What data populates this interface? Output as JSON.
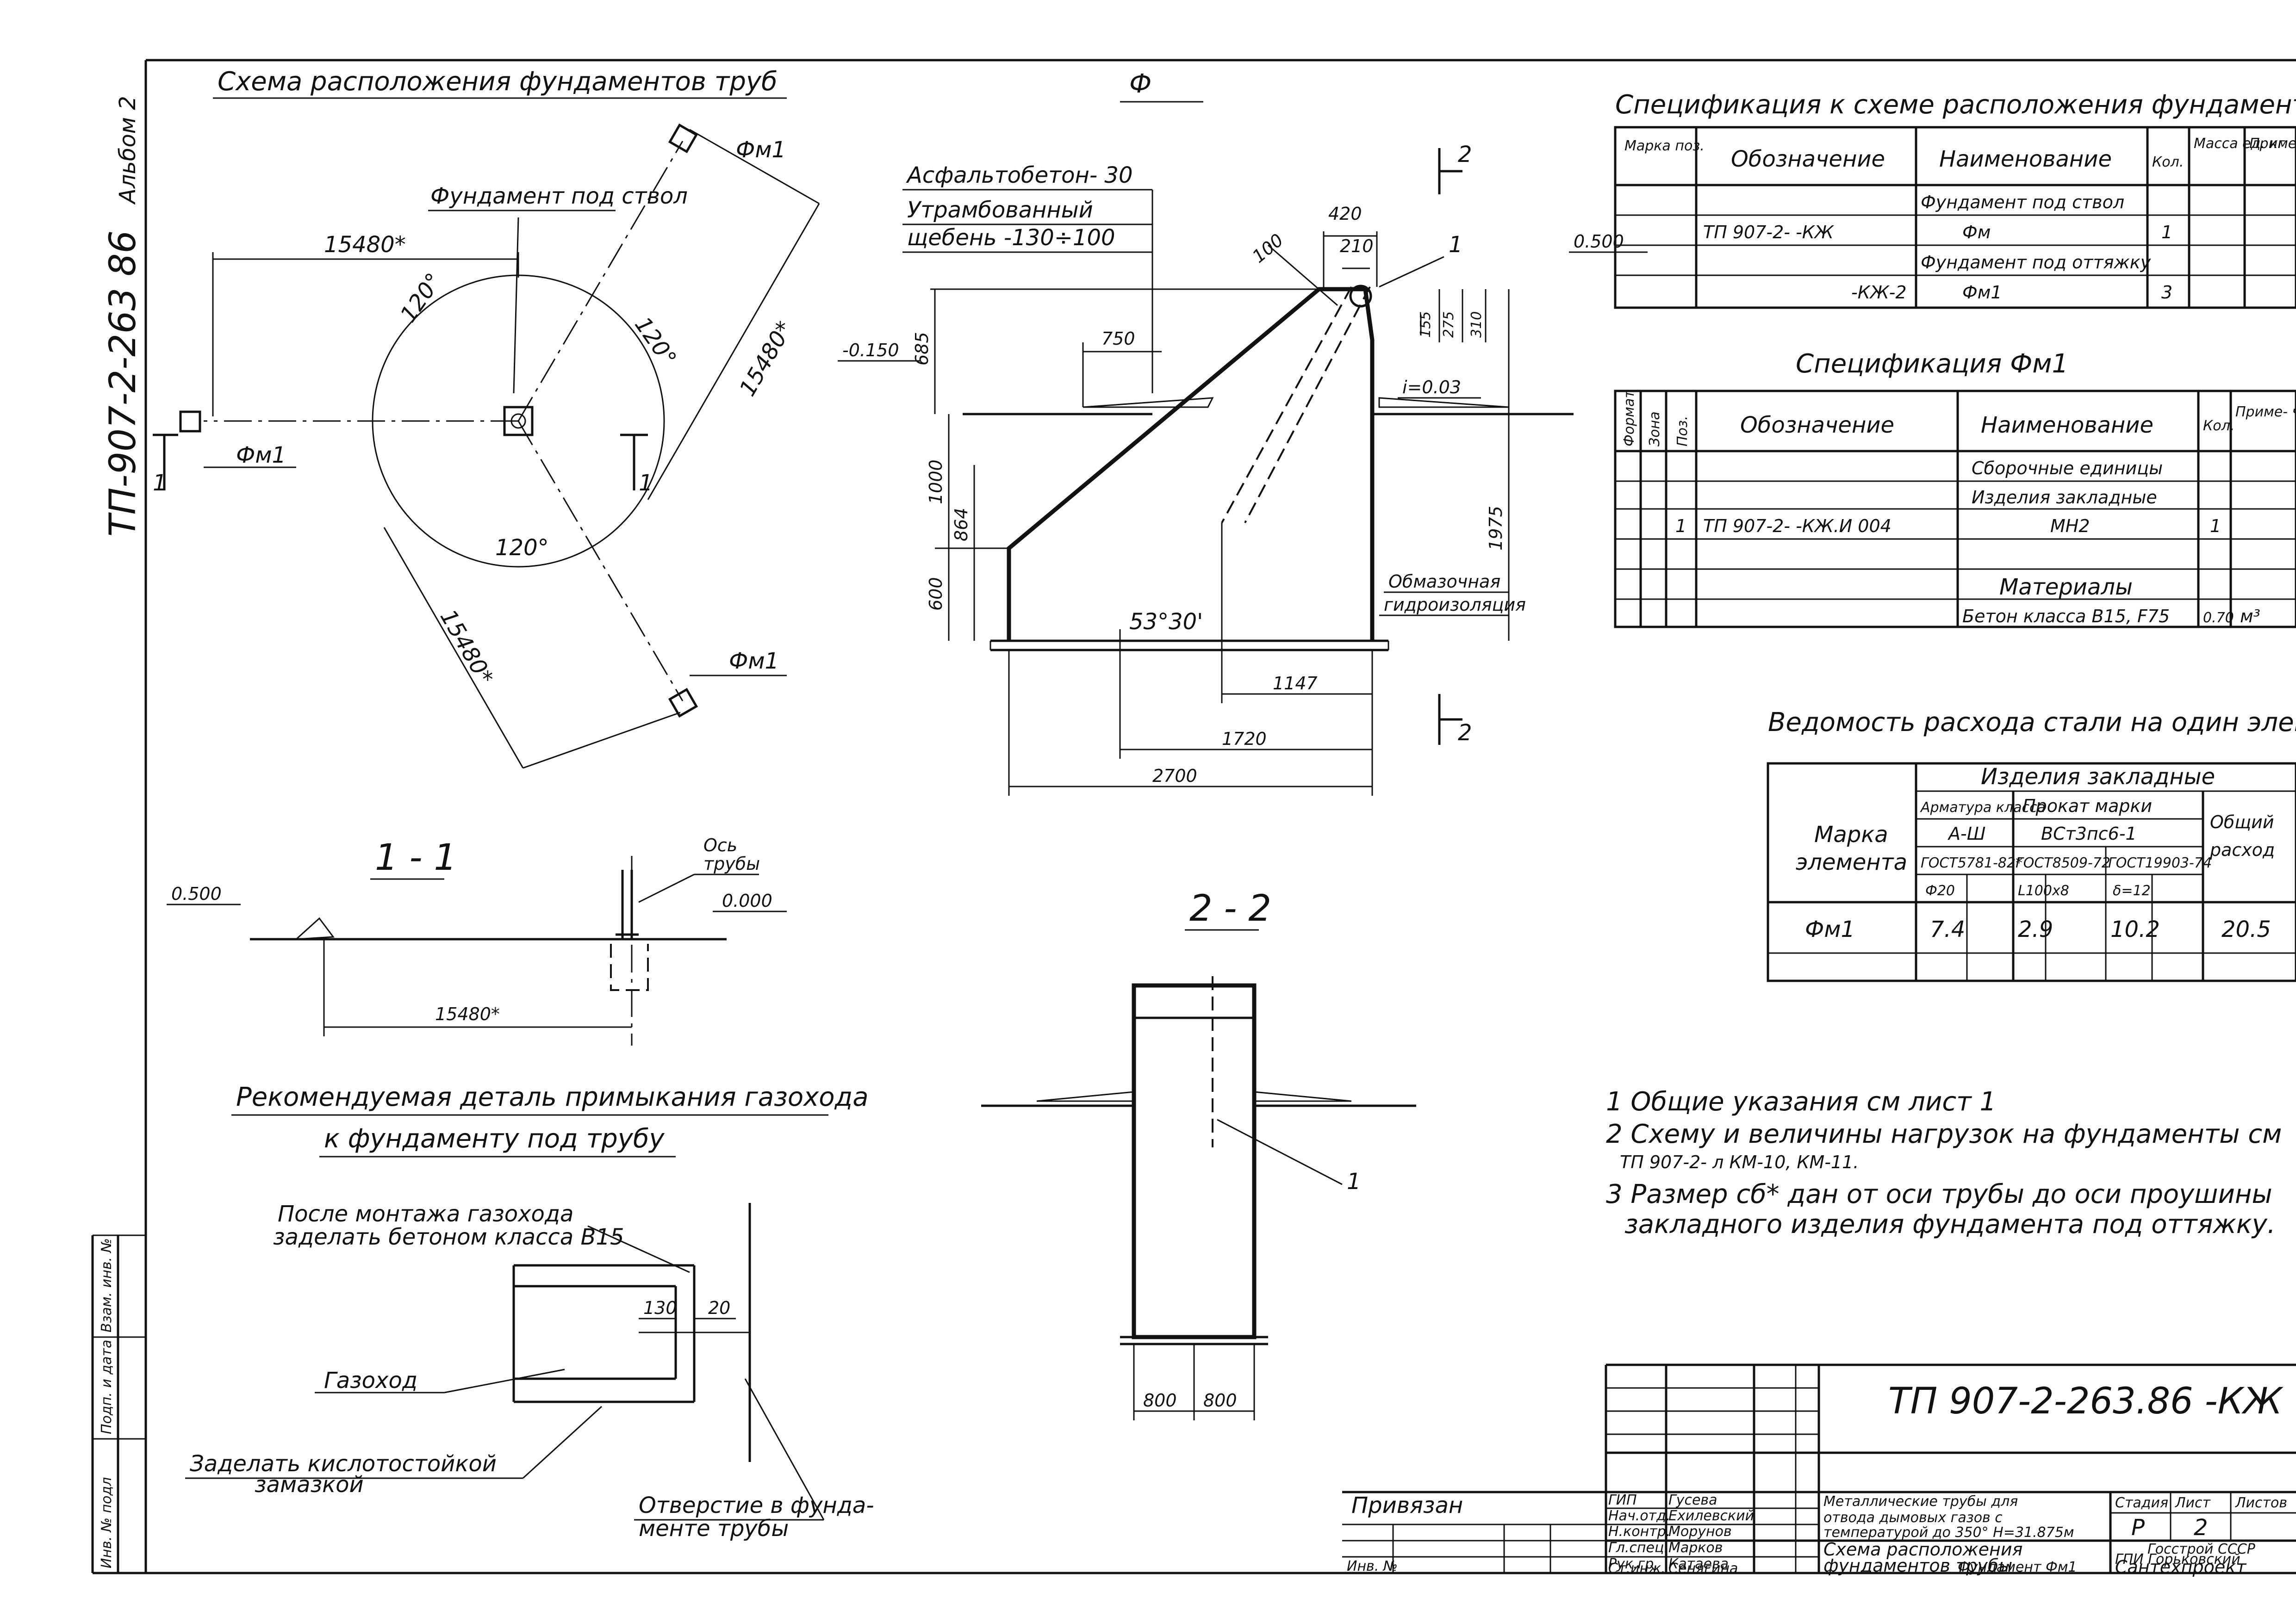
{
  "sheet": {
    "album": "Альбом 2",
    "side_code": "ТП-907-2-263 86",
    "left_stamp": [
      "Инв. № подл",
      "Подп. и дата",
      "Взам. инв. №"
    ]
  },
  "plan": {
    "title": "Схема расположения фундаментов труб",
    "center_label": "Фундамент под ствол",
    "dim_left": "15480*",
    "dim_right": "15480*",
    "dim_bottom": "15480*",
    "angles": [
      "120°",
      "120°",
      "120°"
    ],
    "fm_labels": [
      "Фм1",
      "Фм1",
      "Фм1"
    ],
    "section_mark": "1"
  },
  "section_f": {
    "title": "Ф",
    "layers": [
      "Асфальтобетон- 30",
      "Утрамбованный",
      "щебень      -130÷100"
    ],
    "dims": {
      "d420": "420",
      "d210": "210",
      "d100": "100",
      "d685": "685",
      "d750": "750",
      "d1000": "1000",
      "d864": "864",
      "d600": "600",
      "d1975": "1975",
      "d155": "155",
      "d275": "275",
      "d310": "310",
      "d1147": "1147",
      "d1720": "1720",
      "d2700": "2700"
    },
    "level_left": "-0.150",
    "level_right": "0.500",
    "slope": "i=0.03",
    "angle": "53°30'",
    "callout": "1",
    "cut_mark": "2",
    "waterproofing": [
      "Обмазочная",
      "гидроизоляция"
    ]
  },
  "section_11": {
    "title": "1 - 1",
    "axis": [
      "Ось",
      "трубы"
    ],
    "level_left": "0.500",
    "level_right": "0.000",
    "dim": "15480*"
  },
  "section_22": {
    "title": "2 - 2",
    "callout": "1",
    "dim_left": "800",
    "dim_right": "800"
  },
  "detail": {
    "title_line1": "Рекомендуемая деталь примыкания газохода",
    "title_line2": "к фундаменту под трубу",
    "note1": [
      "После монтажа газохода",
      "заделать бетоном класса В15"
    ],
    "dim130": "130",
    "dim20": "20",
    "gas_duct": "Газоход",
    "seal": [
      "Заделать кислотостойкой",
      "замазкой"
    ],
    "hole": [
      "Отверстие в фунда-",
      "менте трубы"
    ]
  },
  "spec1": {
    "title": "Спецификация к схеме расположения фундаментов тр.",
    "headers": [
      "Марка поз.",
      "Обозначение",
      "Наименование",
      "Кол.",
      "Масса ед. кг",
      "Приме- чание"
    ],
    "rows": [
      [
        "",
        "",
        "Фундамент под ствол",
        "",
        "",
        ""
      ],
      [
        "",
        "ТП 907-2-       -КЖ",
        "Фм",
        "1",
        "",
        ""
      ],
      [
        "",
        "",
        "Фундамент под оттяжку",
        "",
        "",
        ""
      ],
      [
        "",
        "-КЖ-2",
        "Фм1",
        "3",
        "",
        ""
      ]
    ]
  },
  "spec2": {
    "title": "Спецификация Фм1",
    "headers": [
      "Формат",
      "Зона",
      "Поз.",
      "Обозначение",
      "Наименование",
      "Кол.",
      "Приме- чание"
    ],
    "rows": [
      [
        "",
        "",
        "",
        "",
        "Сборочные единицы",
        "",
        ""
      ],
      [
        "",
        "",
        "",
        "",
        "Изделия закладные",
        "",
        ""
      ],
      [
        "",
        "",
        "1",
        "ТП 907-2-     -КЖ.И 004",
        "МН2",
        "1",
        ""
      ],
      [
        "",
        "",
        "",
        "",
        "",
        "",
        ""
      ],
      [
        "",
        "",
        "",
        "",
        "Материалы",
        "",
        ""
      ],
      [
        "",
        "",
        "",
        "",
        "Бетон класса В15, F75",
        "0.70",
        "м³"
      ]
    ]
  },
  "steel": {
    "title": "Ведомость расхода стали на один элемент, кг",
    "h_mark": [
      "Марка",
      "элемента"
    ],
    "h_group": "Изделия закладные",
    "h_rebar": "Арматура класса",
    "h_rebar_cls": "А-Ш",
    "h_rebar_gost": "ГОСТ5781-82*",
    "h_rebar_d": "Ф20",
    "h_prof": "Прокат марки",
    "h_prof_mark": "ВСт3пс6-1",
    "h_prof_gost1": "ГОСТ8509-72",
    "h_prof_gost2": "ГОСТ19903-74",
    "h_prof_s1": "L100х8",
    "h_prof_s2": "δ=12",
    "h_total": [
      "Общий",
      "расход"
    ],
    "row": [
      "Фм1",
      "7.4",
      "2.9",
      "10.2",
      "20.5"
    ]
  },
  "notes": [
    "1 Общие указания см лист 1",
    "2 Схему и величины нагрузок на фундаменты см",
    "ТП 907-2-          л КМ-10, КМ-11.",
    "3 Размер сб* дан от оси трубы до оси проушины",
    "закладного изделия фундамента под оттяжку."
  ],
  "stamp": {
    "privyazan": "Привязан",
    "inv": "Инв. №",
    "doc": "ТП 907-2-263.86        -КЖ",
    "roles": [
      "ГИП",
      "Нач.отд.",
      "Н.контр.",
      "Гл.спец.",
      "Рук.гр.",
      "Ст.инж."
    ],
    "names": [
      "Гусева",
      "Ехилевский",
      "Морунов",
      "Марков",
      "Катаева",
      "Сенягина"
    ],
    "object": [
      "Металлические трубы для",
      "отвода дымовых газов с",
      "температурой до 350° Н=31.875м"
    ],
    "sheet_title": [
      "Схема расположения",
      "фундаментов трубы",
      "Фундамент Фм1"
    ],
    "stage_h": "Стадия",
    "sheet_h": "Лист",
    "sheets_h": "Листов",
    "stage": "Р",
    "sheet_no": "2",
    "org": [
      "Госстрой СССР",
      "ГПИ Горьковский",
      "Сантехпроект"
    ]
  }
}
